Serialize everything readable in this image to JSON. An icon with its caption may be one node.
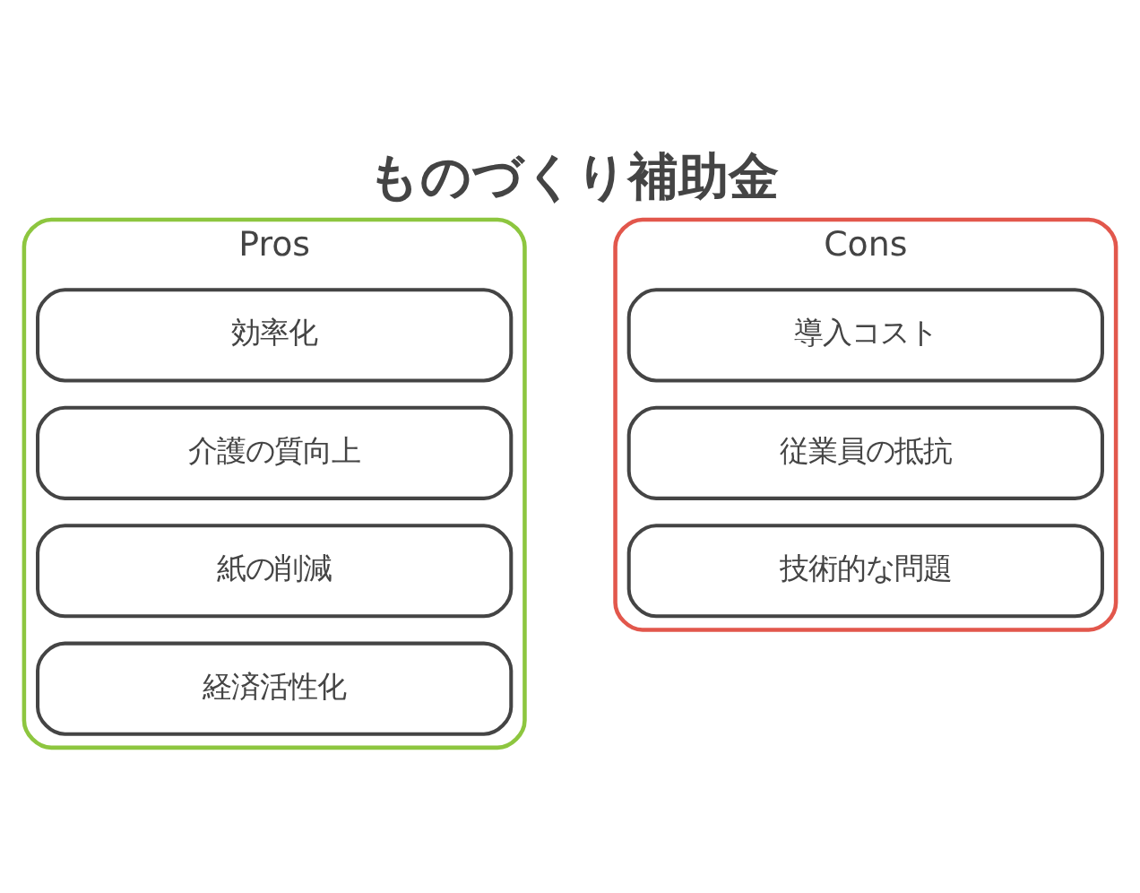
{
  "diagram": {
    "title": "ものづくり補助金",
    "nodes": [
      {
        "text": [
          "Pros"
        ]
      },
      {
        "text": [
          "効率化"
        ],
        "in": 0
      },
      {
        "text": [
          "介護の質向上"
        ],
        "in": 0
      },
      {
        "text": [
          "紙の削減"
        ],
        "in": 0
      },
      {
        "text": [
          "経済活性化"
        ],
        "in": 0
      },
      {
        "text": [
          "Cons"
        ]
      },
      {
        "text": [
          "導入コスト"
        ],
        "in": 5
      },
      {
        "text": [
          "従業員の抵抗"
        ],
        "in": 5
      },
      {
        "text": [
          "技術的な問題"
        ],
        "in": 5
      }
    ],
    "edges": []
  }
}
